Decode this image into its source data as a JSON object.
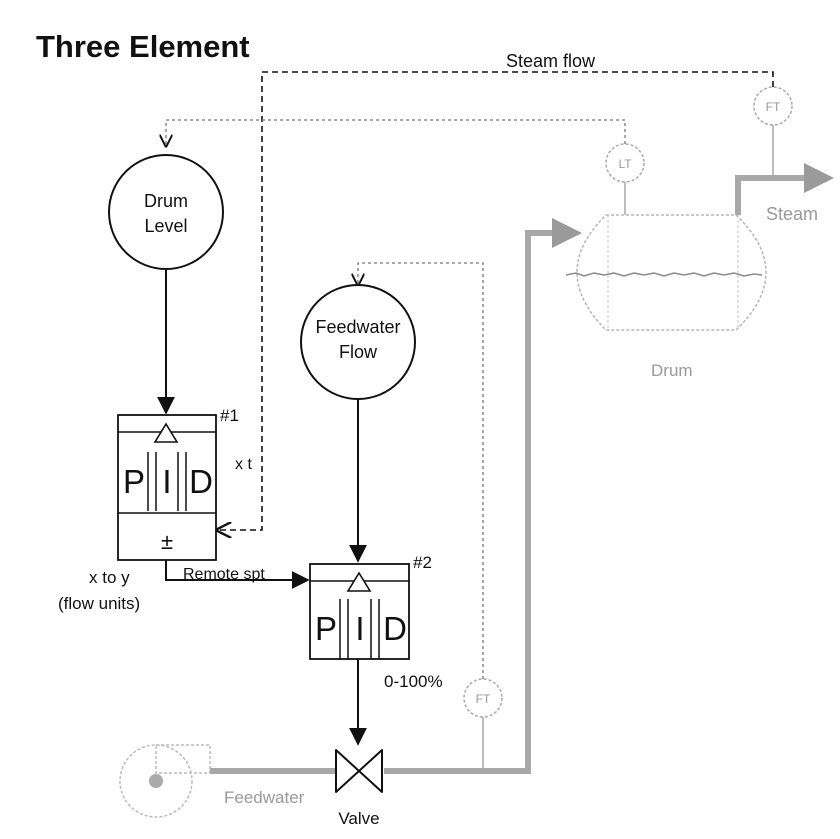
{
  "title": "Three Element",
  "signals": {
    "steam_flow": "Steam flow",
    "remote_spt": "Remote spt",
    "x_to_y_left": "x to y",
    "flow_units": "(flow units)",
    "x_to_y_mid": "x t",
    "output_range": "0-100%"
  },
  "blocks": {
    "drum_level": {
      "line1": "Drum",
      "line2": "Level"
    },
    "feedwater_flow": {
      "line1": "Feedwater",
      "line2": "Flow"
    },
    "pid1": {
      "tag": "#1",
      "p": "P",
      "i": "I",
      "d": "D",
      "bias": "±"
    },
    "pid2": {
      "tag": "#2",
      "p": "P",
      "i": "I",
      "d": "D"
    }
  },
  "process": {
    "steam": "Steam",
    "drum": "Drum",
    "feedwater": "Feedwater",
    "valve": "Valve",
    "lt": "LT",
    "ft_steam": "FT",
    "ft_feed": "FT"
  },
  "colors": {
    "signal": "#111111",
    "process": "#9a9a9a"
  }
}
